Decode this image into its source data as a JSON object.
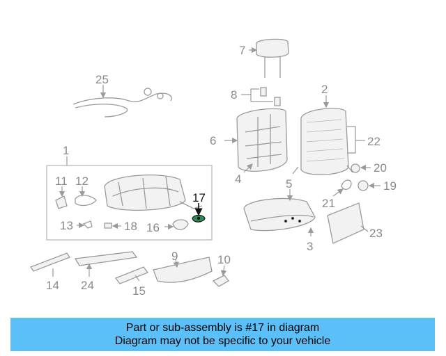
{
  "banner": {
    "line1": "Part or sub-assembly is #17 in diagram",
    "line2": "Diagram may not be specific to your vehicle",
    "background_color": "#5bc0f8"
  },
  "diagram": {
    "highlighted_part": "17",
    "highlight_color": "#2e8b57",
    "callouts": [
      "1",
      "2",
      "3",
      "4",
      "5",
      "6",
      "7",
      "8",
      "9",
      "10",
      "11",
      "12",
      "13",
      "14",
      "15",
      "16",
      "17",
      "18",
      "19",
      "20",
      "21",
      "22",
      "23",
      "24",
      "25"
    ]
  }
}
